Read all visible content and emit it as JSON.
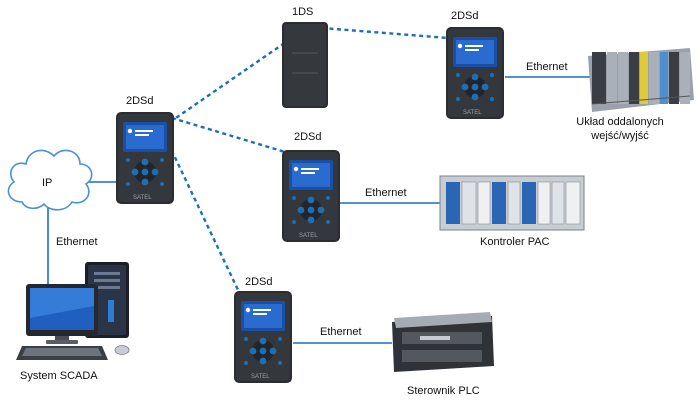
{
  "labels": {
    "ip": "IP",
    "ethernet_left": "Ethernet",
    "scada": "System SCADA",
    "hub_2dsd": "2DSd",
    "top_1ds": "1DS",
    "top_2dsd": "2DSd",
    "ethernet_top": "Ethernet",
    "remote_io_line1": "Układ oddalonych",
    "remote_io_line2": "wejść/wyjść",
    "mid_2dsd": "2DSd",
    "ethernet_mid": "Ethernet",
    "pac": "Kontroler PAC",
    "bottom_2dsd": "2DSd",
    "ethernet_bottom": "Ethernet",
    "plc": "Sterownik PLC"
  },
  "device_brand": "SATEL",
  "colors": {
    "link_blue": "#1b6fb8",
    "device_body": "#2b2d31",
    "screen_bg": "#1a4fa8",
    "keypad_blue": "#1d6fb5",
    "cloud_stroke": "#4a90d9"
  }
}
